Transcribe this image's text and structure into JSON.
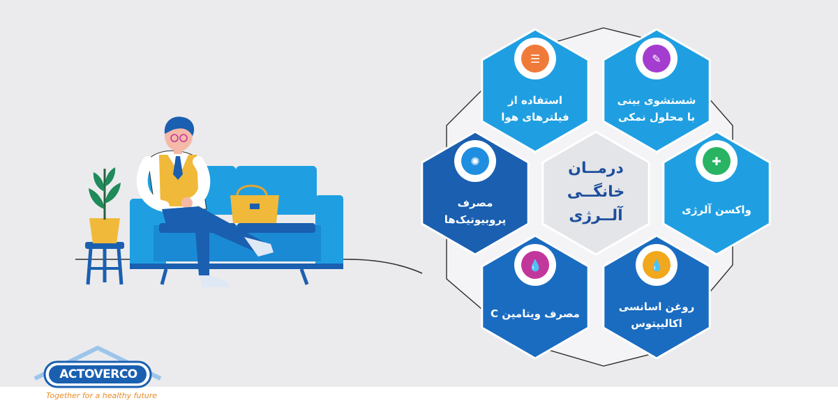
{
  "diagram": {
    "center": {
      "lines": [
        "درمــان",
        "خانگــی",
        "آلــرژی"
      ]
    },
    "items": [
      {
        "id": "filters",
        "lines": [
          "استفاده از",
          "فیلترهای هوا"
        ],
        "icon": "air-filter-icon",
        "color": "#1f9fe2",
        "icon_color": "#f07a3a"
      },
      {
        "id": "nasal",
        "lines": [
          "شستشوی بینی",
          "با محلول نمکی"
        ],
        "icon": "nasal-spray-icon",
        "color": "#1f9fe2",
        "icon_color": "#a43ccf"
      },
      {
        "id": "probiotic",
        "lines": [
          "مصرف",
          "پروبیوتیک‌ها"
        ],
        "icon": "probiotic-icon",
        "color": "#1a5fb0",
        "icon_color": "#1f8ee0"
      },
      {
        "id": "vaccine",
        "lines": [
          "واکسن آلرژی"
        ],
        "icon": "syringe-icon",
        "color": "#1f9fe2",
        "icon_color": "#28b463"
      },
      {
        "id": "vitamin",
        "lines": [
          "مصرف ویتامین C"
        ],
        "icon": "vitamin-drop-icon",
        "color": "#1a6cc0",
        "icon_color": "#c2379b"
      },
      {
        "id": "eucalyptus",
        "lines": [
          "روغن اسانسی",
          "اکالیپتوس"
        ],
        "icon": "oil-drops-icon",
        "color": "#1a6cc0",
        "icon_color": "#f2a81d"
      }
    ]
  },
  "brand": {
    "name": "ACTOVERCO",
    "tagline": "Together for a healthy future",
    "color": "#1a5fb0",
    "accent": "#e88b2a"
  }
}
